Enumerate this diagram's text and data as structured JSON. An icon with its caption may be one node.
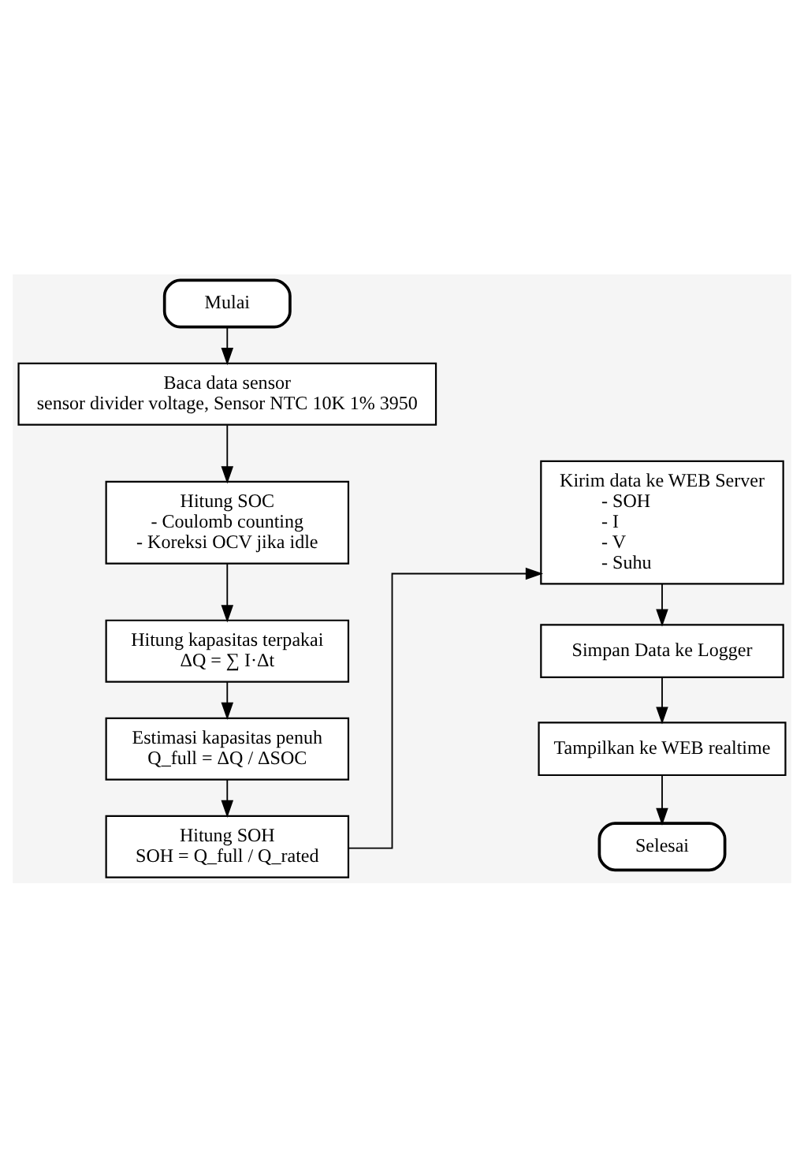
{
  "diagram": {
    "nodes": [
      {
        "text": [
          "Mulai"
        ]
      },
      {
        "text": [
          "Baca data sensor",
          "sensor divider voltage, Sensor NTC 10K 1% 3950"
        ]
      },
      {
        "text": [
          "Hitung SOC",
          "- Coulomb counting",
          "- Koreksi OCV jika idle"
        ]
      },
      {
        "text": [
          "Hitung kapasitas terpakai",
          "ΔQ = ∑ I·Δt"
        ]
      },
      {
        "text": [
          "Estimasi kapasitas penuh",
          "Q_full = ΔQ / ΔSOC"
        ]
      },
      {
        "text": [
          "Hitung SOH",
          "SOH = Q_full / Q_rated"
        ]
      },
      {
        "text": [
          "Kirim data ke WEB Server",
          "- SOH",
          "- I",
          "- V",
          "- Suhu"
        ]
      },
      {
        "text": [
          "Simpan Data ke Logger"
        ]
      },
      {
        "text": [
          "Tampilkan ke WEB realtime"
        ]
      },
      {
        "text": [
          "Selesai"
        ]
      }
    ],
    "edges": [
      {
        "from": 0,
        "to": 1,
        "arrow": "to"
      },
      {
        "from": 1,
        "to": 2,
        "arrow": "to"
      },
      {
        "from": 2,
        "to": 3,
        "arrow": "to"
      },
      {
        "from": 3,
        "to": 4,
        "arrow": "to"
      },
      {
        "from": 4,
        "to": 5,
        "arrow": "to"
      },
      {
        "from": 5,
        "to": 6,
        "arrow": "to"
      },
      {
        "from": 6,
        "to": 7,
        "arrow": "to"
      },
      {
        "from": 7,
        "to": 8,
        "arrow": "to"
      },
      {
        "from": 8,
        "to": 9,
        "arrow": "to"
      }
    ]
  }
}
